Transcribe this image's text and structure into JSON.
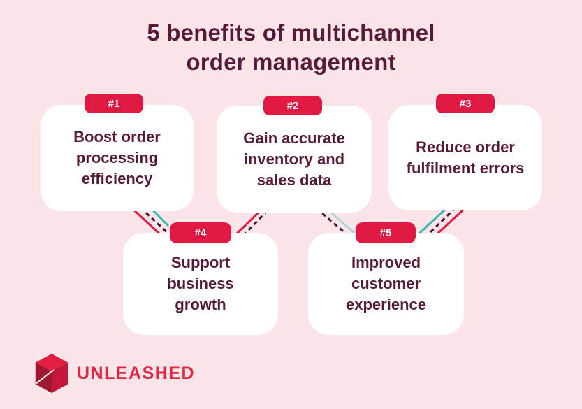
{
  "page": {
    "background_color": "#FBE5E9"
  },
  "title": {
    "line1": "5 benefits of multichannel",
    "line2": "order management",
    "color": "#571B38"
  },
  "benefits": [
    {
      "badge": "#1",
      "text": "Boost order processing efficiency"
    },
    {
      "badge": "#2",
      "text": "Gain accurate inventory and sales data"
    },
    {
      "badge": "#3",
      "text": "Reduce order fulfilment errors"
    },
    {
      "badge": "#4",
      "text": "Support business growth"
    },
    {
      "badge": "#5",
      "text": "Improved customer experience"
    }
  ],
  "colors": {
    "badge_red": "#E01943",
    "card_white": "#FFFFFF",
    "text_maroon": "#571B38",
    "line_red": "#E01943",
    "line_dark_maroon": "#47132A",
    "line_teal": "#33B8AA",
    "line_teal_light": "#ABD8D4"
  },
  "logo": {
    "text": "UNLEASHED",
    "icon": "cube-icon",
    "text_color": "#E12645",
    "cube_top": "#E01F42",
    "cube_left": "#A01732",
    "cube_right": "#C4163A"
  }
}
